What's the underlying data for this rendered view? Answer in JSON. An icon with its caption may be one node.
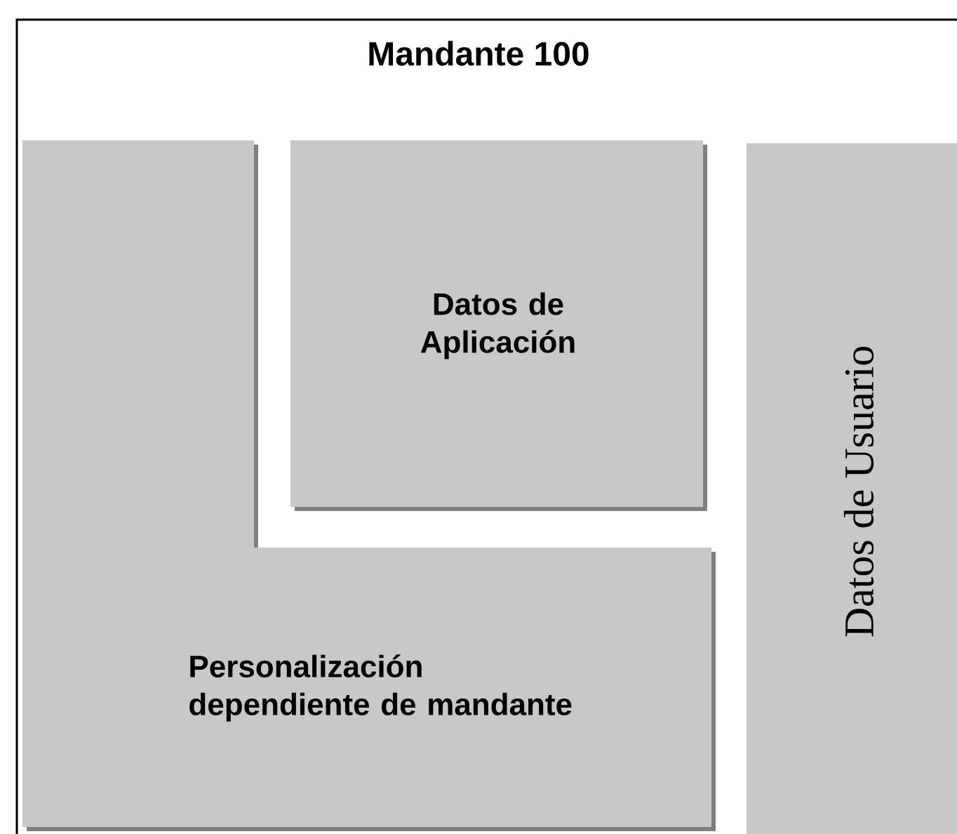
{
  "diagram": {
    "nodes": [
      {
        "text": [
          "Mandante 100"
        ]
      },
      {
        "text": [
          "Datos de Aplicación"
        ],
        "in": 0
      },
      {
        "text": [
          "Personalización dependiente de mandante"
        ],
        "in": 0
      },
      {
        "text": [
          "Datos de Usuario"
        ],
        "in": 0
      }
    ]
  }
}
